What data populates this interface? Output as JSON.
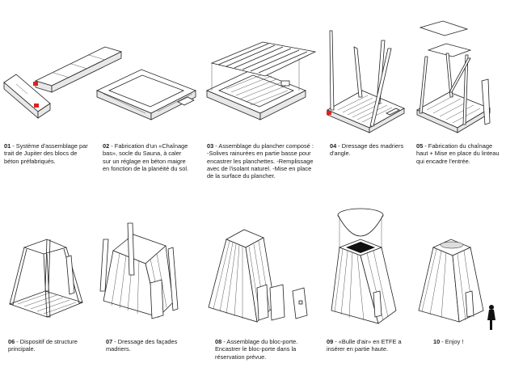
{
  "steps": [
    {
      "num": "01",
      "text": " - Système d'assemblage par trait de Jupiter des blocs de béton préfabriqués."
    },
    {
      "num": "02",
      "text": " - Fabrication d'un «Chaînage bas», socle du Sauna, à caler sur un réglage en béton maigre en fonction de la planéité du sol."
    },
    {
      "num": "03",
      "text": " - Assemblage du plancher composé : -Solives rainurées en partie basse pour encastrer les planchettes. -Remplissage avec de l'isolant naturel. -Mise en place de la surface du plancher."
    },
    {
      "num": "04",
      "text": " - Dressage des madriers d'angle."
    },
    {
      "num": "05",
      "text": " - Fabrication du chaînage haut + Mise en place du linteau qui encadre l'entrée."
    },
    {
      "num": "06",
      "text": " - Dispositif de structure principale."
    },
    {
      "num": "07",
      "text": " - Dressage des façades madriers."
    },
    {
      "num": "08",
      "text": " - Assemblage du bloc-porte. Encastrer le bloc-porte dans la réservation prévue."
    },
    {
      "num": "09",
      "text": " - «Bulle d'air» en ETFE a insérer en partie haute."
    },
    {
      "num": "10",
      "text": " - Enjoy !"
    }
  ],
  "colors": {
    "line": "#222222",
    "accent": "#e02020",
    "paper": "#ffffff"
  }
}
